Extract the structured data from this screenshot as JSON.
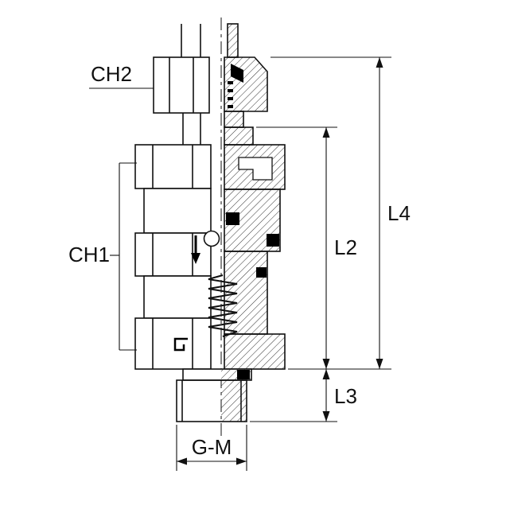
{
  "page": {
    "background": "#ffffff"
  },
  "drawing": {
    "kind": "technical-section-drawing",
    "labels": {
      "ch2": "CH2",
      "ch1": "CH1",
      "l4": "L4",
      "l2": "L2",
      "l3": "L3",
      "gm": "G-M"
    },
    "colors": {
      "line": "#111111",
      "hatch": "#333333",
      "seal": "#000000",
      "background": "#ffffff"
    }
  }
}
